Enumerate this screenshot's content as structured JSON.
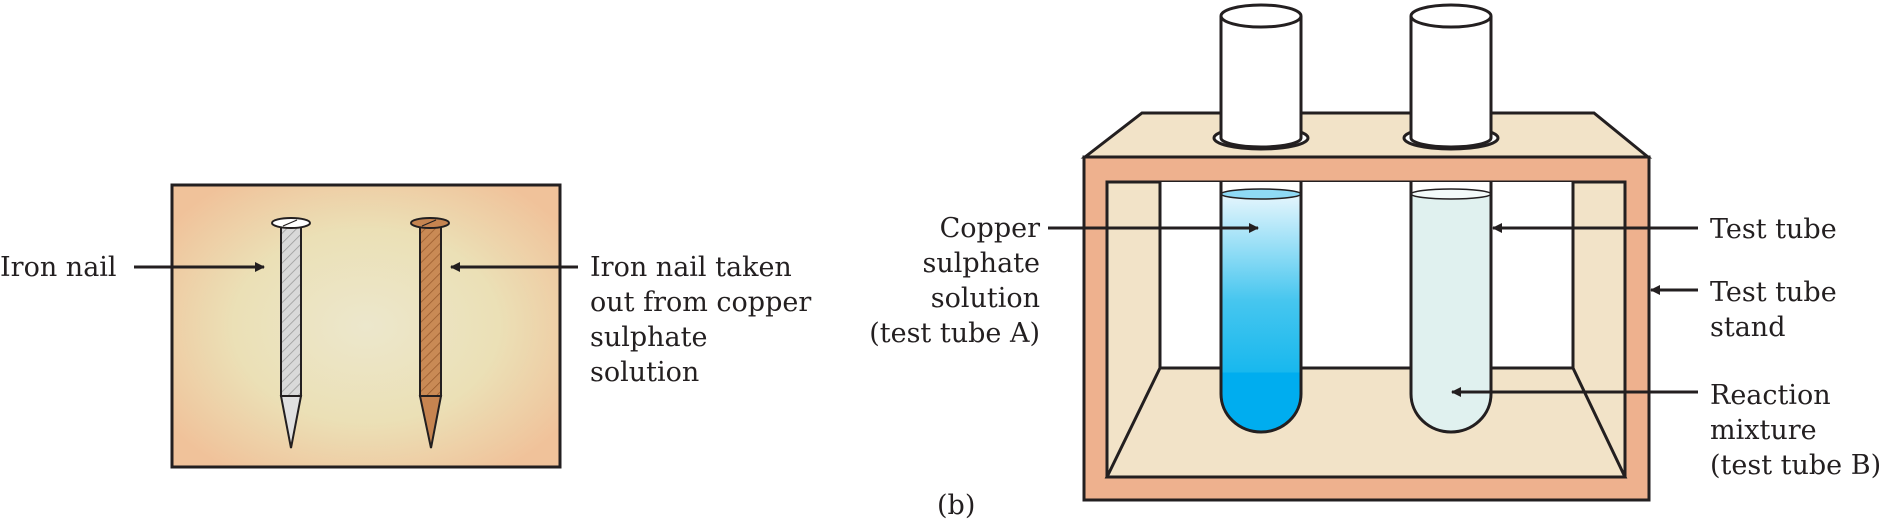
{
  "panel_a": {
    "left_label": "Iron nail",
    "right_label": [
      "Iron nail taken",
      "out from copper",
      "sulphate",
      "solution"
    ]
  },
  "panel_b": {
    "caption": "(b)",
    "copper_label": [
      "Copper",
      "sulphate",
      "solution",
      "(test tube A)"
    ],
    "test_tube_label": "Test tube",
    "stand_label": [
      "Test tube",
      "stand"
    ],
    "reaction_label": [
      "Reaction",
      "mixture",
      "(test tube B)"
    ]
  },
  "colors": {
    "outline": "#231f20",
    "board_edge": "#f0c29a",
    "board_center": "#ece7cc",
    "stand_frame": "#eeb18e",
    "stand_inner": "#f2e3c8",
    "copper_sulphate": "#00adef",
    "reaction_mixture": "#e0f1ef",
    "iron": "#dcdcdc",
    "copper_coated": "#c68450"
  }
}
